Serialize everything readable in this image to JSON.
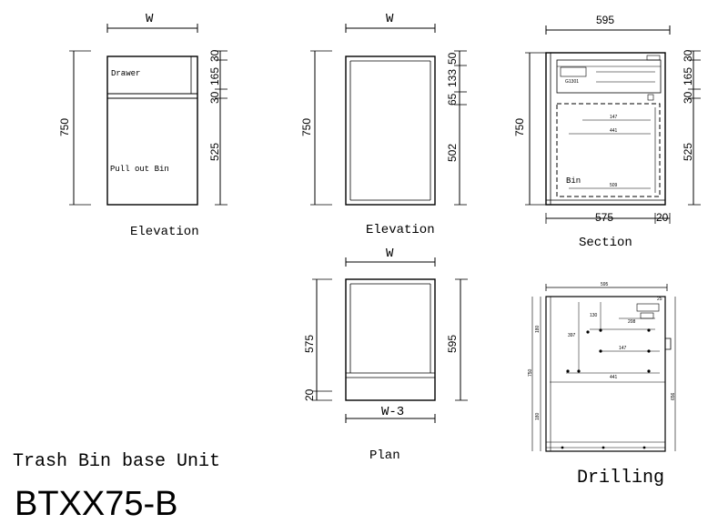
{
  "title": "Trash Bin base Unit",
  "model": "BTXX75-B",
  "elevation1": {
    "caption": "Elevation",
    "width_label": "W",
    "height": "750",
    "drawer_label": "Drawer",
    "bin_label": "Pull out Bin",
    "right_dims": [
      "30",
      "165",
      "30",
      "525"
    ]
  },
  "elevation2": {
    "caption": "Elevation",
    "width_label": "W",
    "height": "750",
    "right_dims": [
      "50",
      "133",
      "65",
      "502"
    ]
  },
  "section": {
    "caption": "Section",
    "width": "595",
    "height": "750",
    "bottom_dims": [
      "575",
      "20"
    ],
    "right_dims": [
      "30",
      "165",
      "30",
      "525"
    ],
    "bin_label": "Bin",
    "part_label": "G1301",
    "inner_dims": [
      "147",
      "441",
      "509"
    ]
  },
  "plan": {
    "caption": "Plan",
    "width_label": "W",
    "bottom_label": "W-3",
    "left_dims": [
      "575",
      "20"
    ],
    "right_dim": "595"
  },
  "drilling": {
    "caption": "Drilling",
    "top_dim": "595",
    "left_dims": [
      "180",
      "750",
      "180"
    ],
    "right_dim": "656",
    "inner_dims": [
      "130",
      "397",
      "147",
      "441",
      "208",
      "25"
    ]
  }
}
